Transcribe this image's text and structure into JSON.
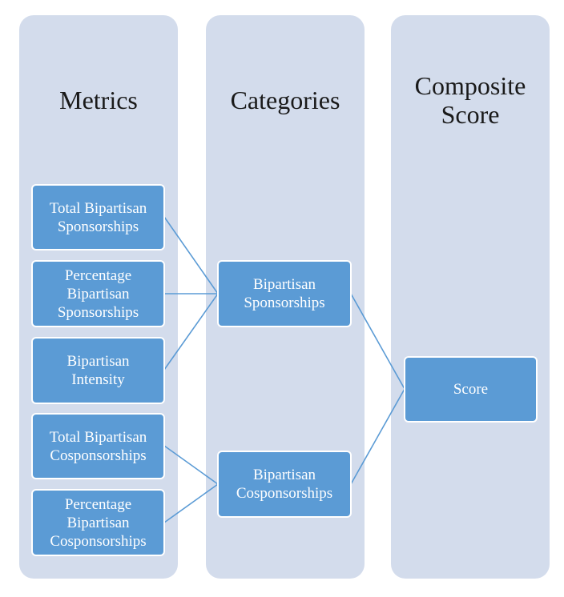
{
  "columns": {
    "metrics": {
      "title": "Metrics"
    },
    "categories": {
      "title": "Categories"
    },
    "composite": {
      "title": "Composite\nScore"
    }
  },
  "metrics": [
    "Total Bipartisan\nSponsorships",
    "Percentage\nBipartisan\nSponsorships",
    "Bipartisan\nIntensity",
    "Total Bipartisan\nCosponsorships",
    "Percentage\nBipartisan\nCosponsorships"
  ],
  "categories": [
    "Bipartisan\nSponsorships",
    "Bipartisan\nCosponsorships"
  ],
  "score": "Score",
  "colors": {
    "column_background": "#d3dcec",
    "node_fill": "#5b9bd5",
    "node_border": "#ffffff",
    "connector": "#5b9bd5"
  }
}
